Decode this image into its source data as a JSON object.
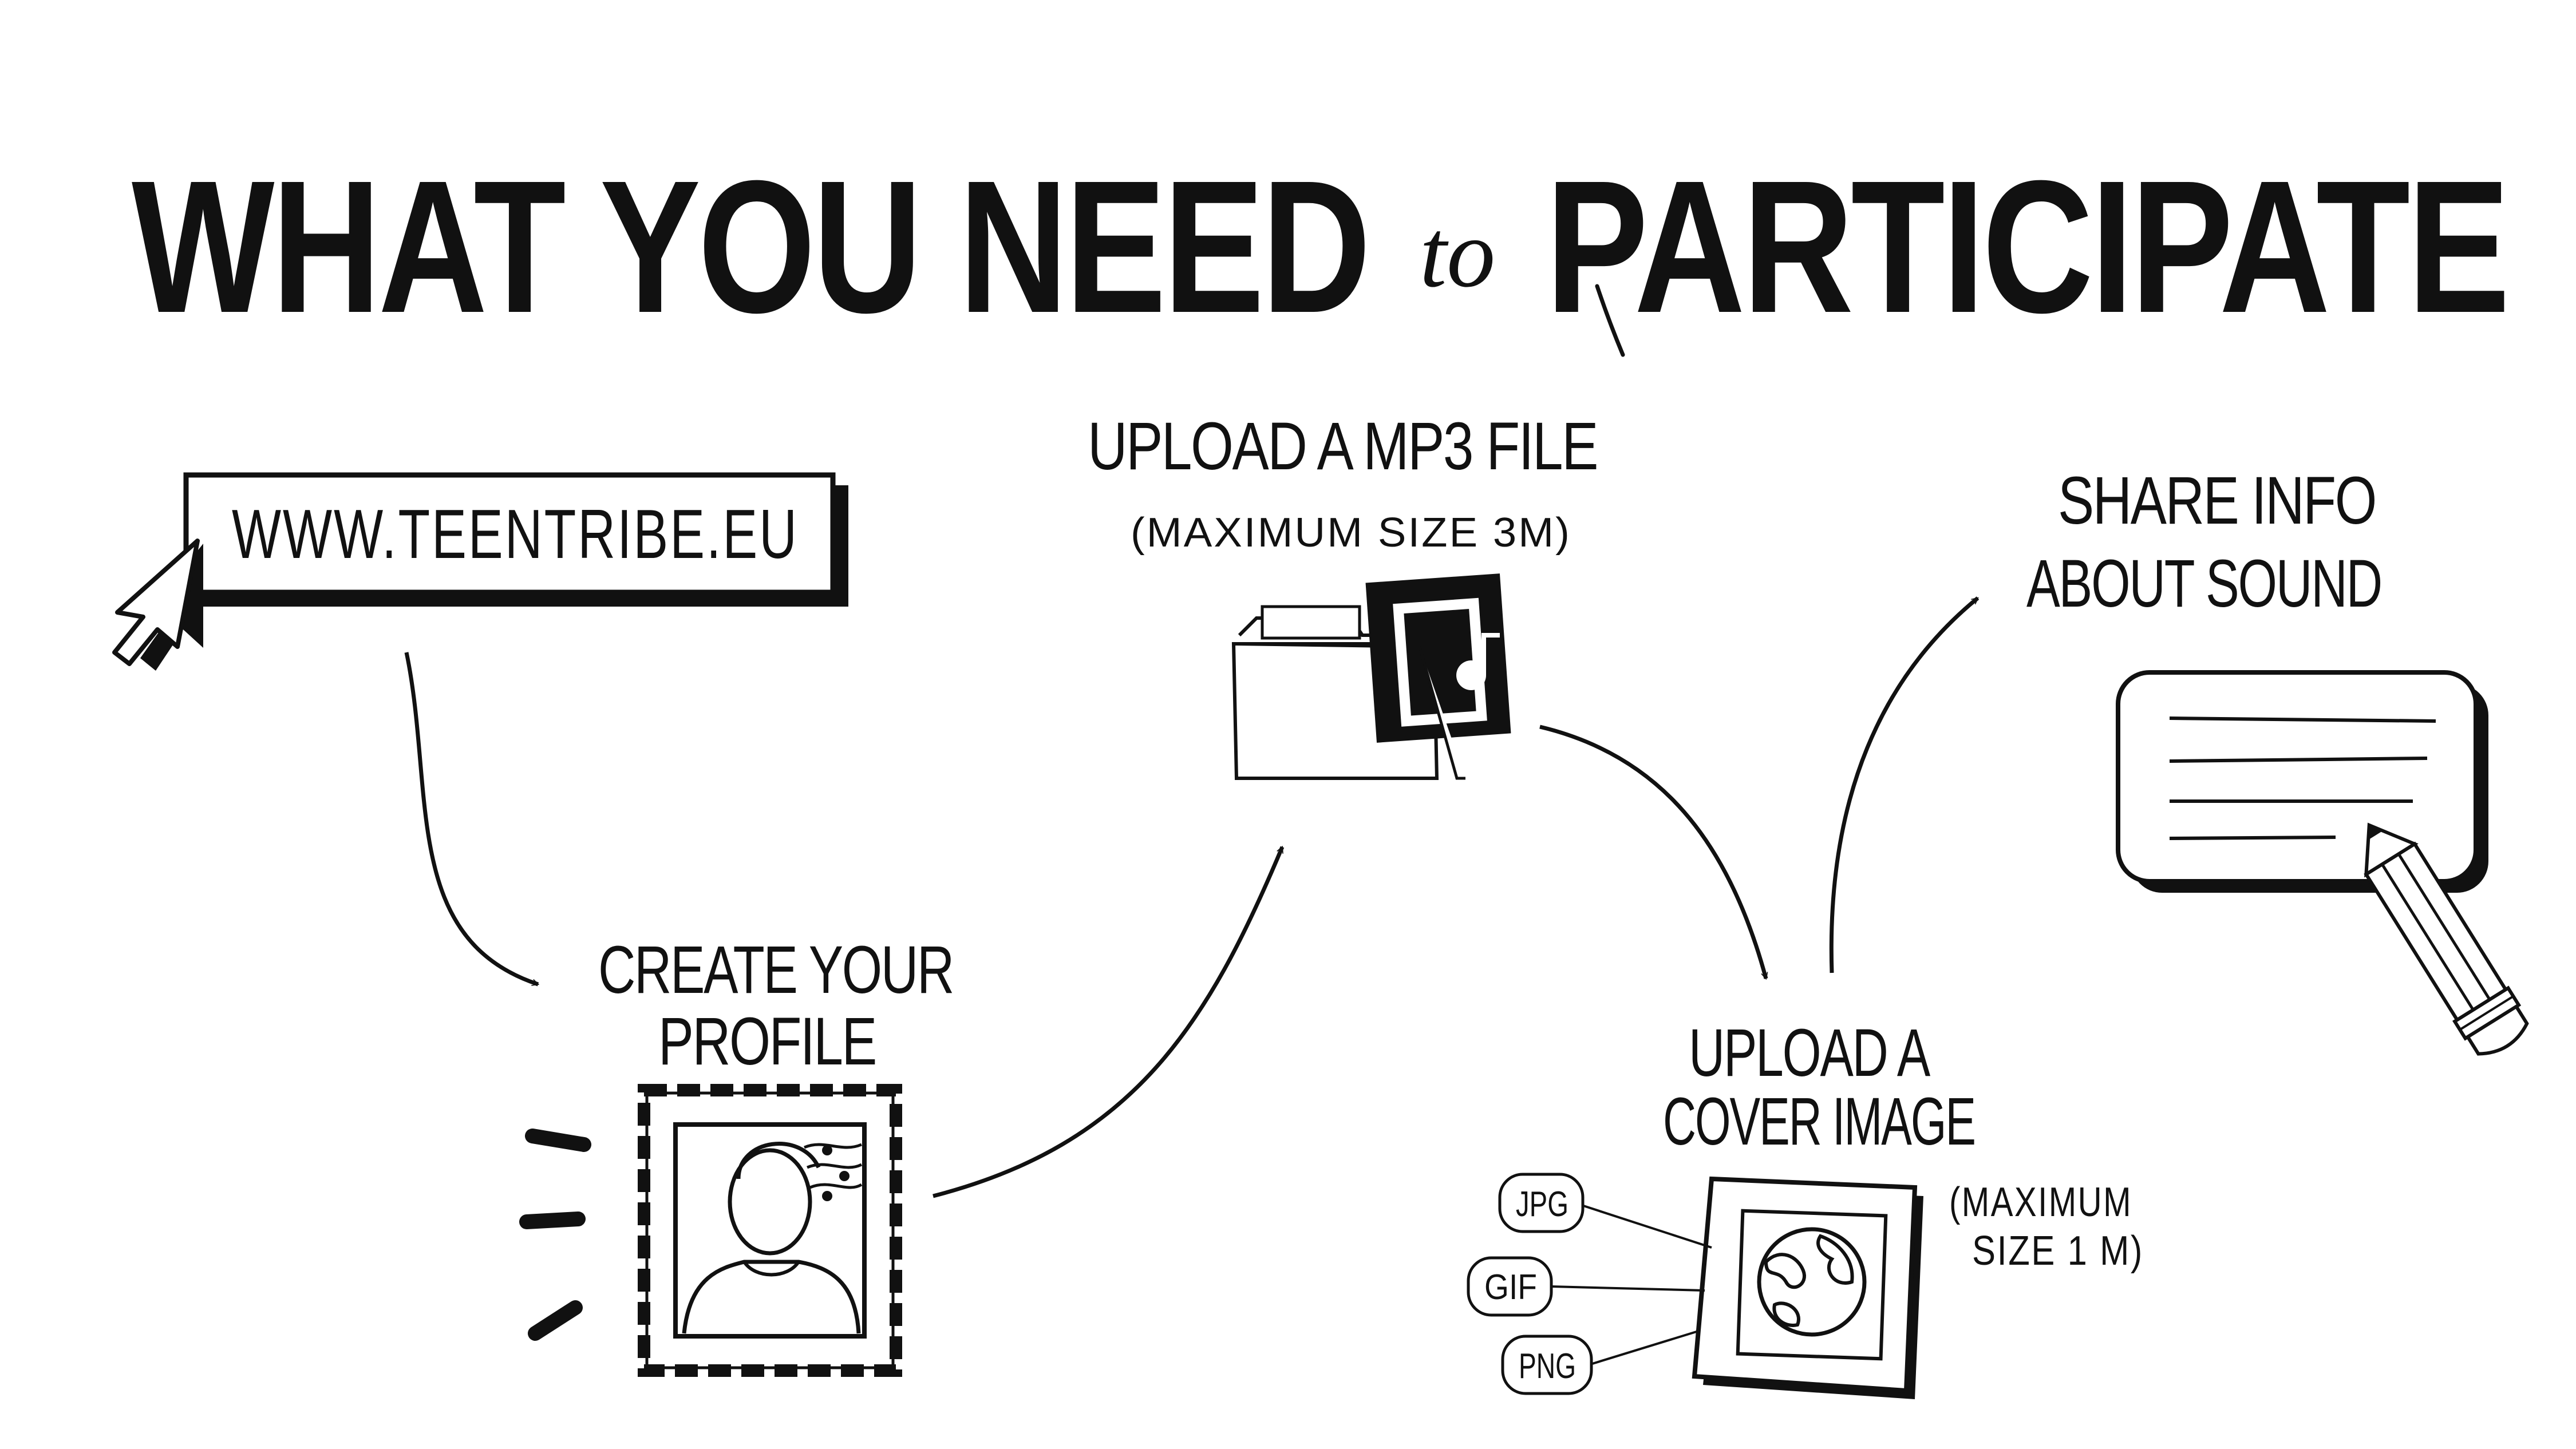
{
  "title": {
    "part1": "WHAT YOU NEED",
    "connector": "to",
    "part2": "PARTICIPATE"
  },
  "website": {
    "url": "WWW.TEENTRIBE.EU",
    "icons": [
      "cursor-arrow-icon"
    ]
  },
  "steps": {
    "profile": {
      "line1": "CREATE YOUR",
      "line2": "PROFILE",
      "icons": [
        "postage-stamp-icon",
        "person-portrait-icon",
        "music-notes-icon"
      ]
    },
    "mp3": {
      "line1": "UPLOAD A MP3 FILE",
      "note": "(MAXIMUM SIZE 3M)",
      "icons": [
        "folder-icon",
        "music-note-icon"
      ]
    },
    "cover": {
      "line1": "UPLOAD A",
      "line2": "COVER IMAGE",
      "note_line1": "(MAXIMUM",
      "note_line2": "SIZE 1 M)",
      "formats": [
        "JPG",
        "GIF",
        "PNG"
      ],
      "icons": [
        "picture-frame-icon",
        "globe-icon"
      ]
    },
    "share": {
      "line1": "SHARE INFO",
      "line2": "ABOUT SOUND",
      "icons": [
        "text-card-icon",
        "pencil-icon"
      ]
    }
  },
  "colors": {
    "ink": "#111111",
    "background": "#ffffff"
  }
}
